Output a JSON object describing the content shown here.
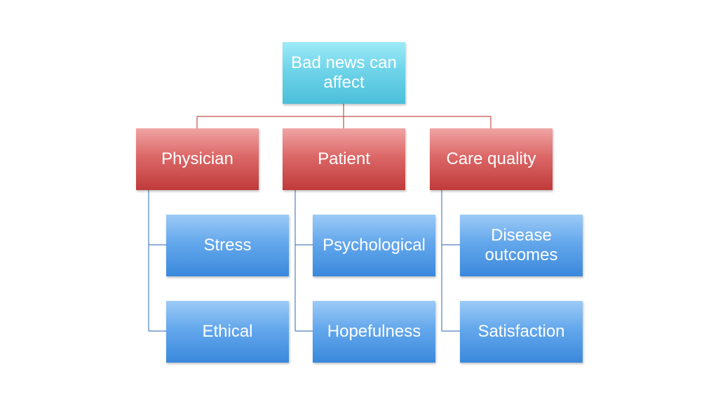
{
  "diagram": {
    "root": {
      "label": "Bad news can affect"
    },
    "categories": [
      {
        "label": "Physician",
        "children": [
          "Stress",
          "Ethical"
        ]
      },
      {
        "label": "Patient",
        "children": [
          "Psychological",
          "Hopefulness"
        ]
      },
      {
        "label": "Care quality",
        "children": [
          "Disease outcomes",
          "Satisfaction"
        ]
      }
    ]
  },
  "colors": {
    "root_fill": "#6fd4ea",
    "category_fill": "#dc6868",
    "item_fill": "#64a8ec",
    "category_connector": "#c0504d",
    "item_connector": "#4f81bd"
  }
}
